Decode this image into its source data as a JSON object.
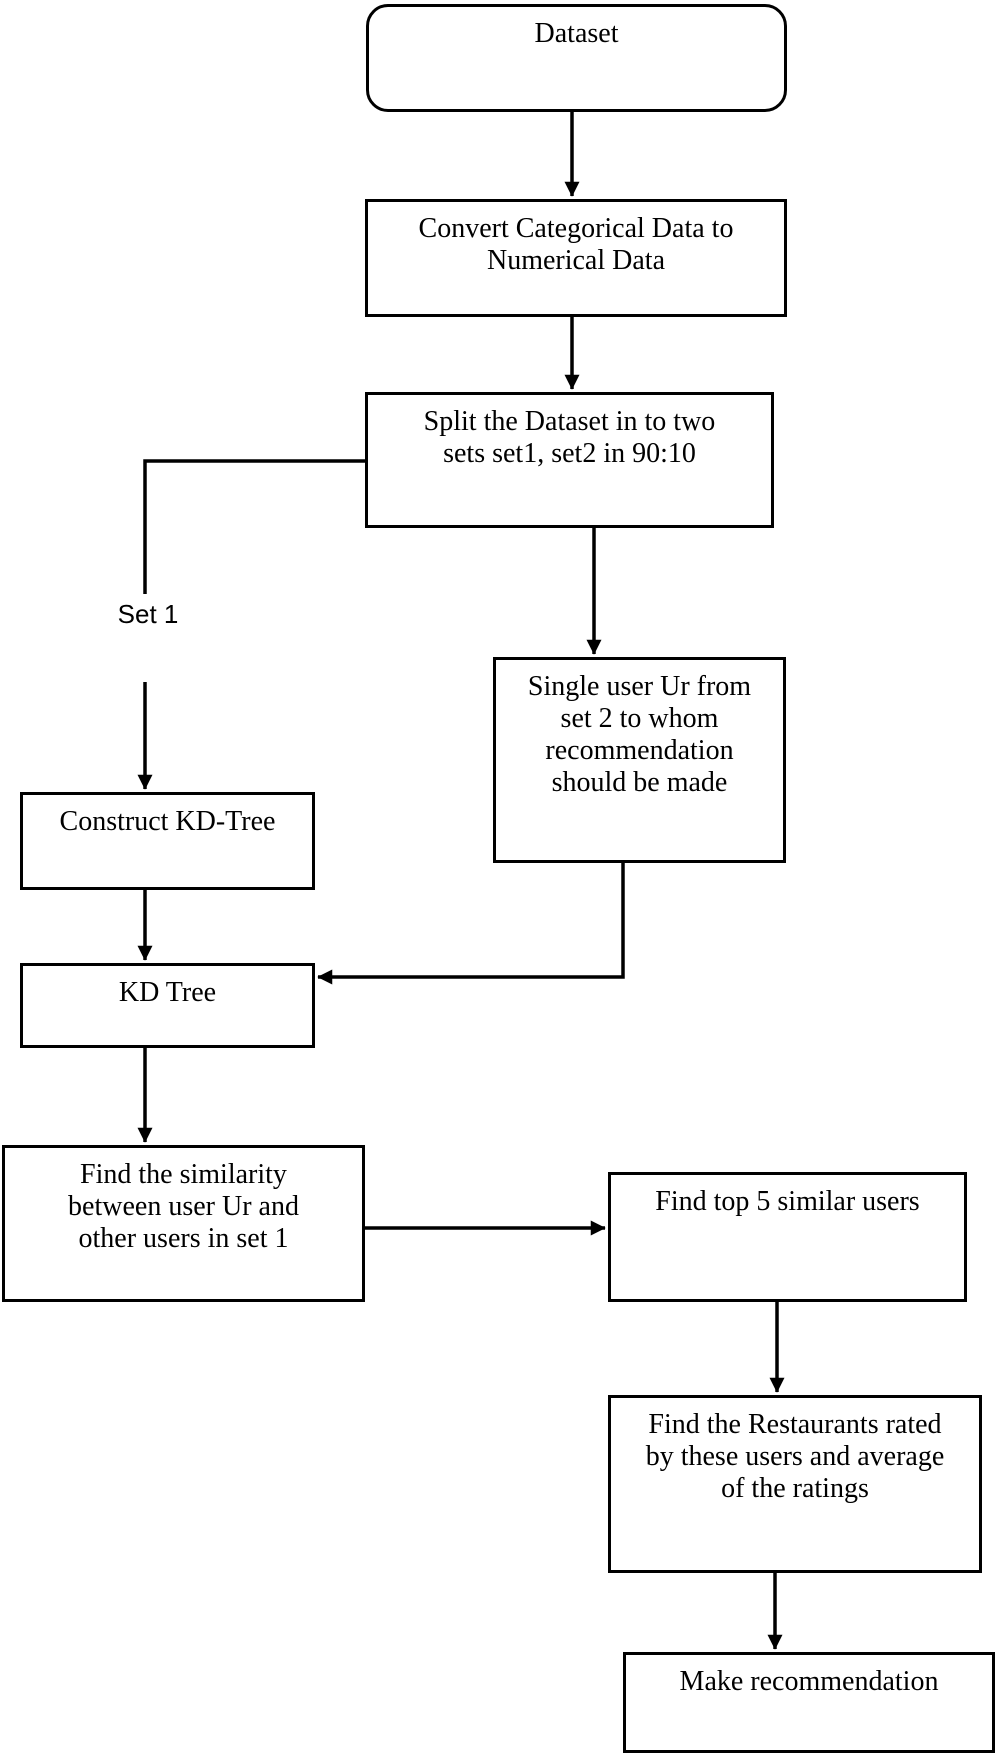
{
  "diagram": {
    "type": "flowchart",
    "background_color": "#ffffff",
    "line_color": "#000000",
    "box_fill_color": "#ffffff",
    "nodes": {
      "dataset": {
        "type": "terminator",
        "label": [
          "Dataset"
        ]
      },
      "convert": {
        "type": "process",
        "label": [
          "Convert Categorical Data to",
          "Numerical Data"
        ]
      },
      "split": {
        "type": "process",
        "label": [
          "Split the Dataset in to two",
          "sets set1, set2 in 90:10"
        ]
      },
      "single_user": {
        "type": "process",
        "label": [
          "Single user Ur from",
          "set 2 to whom",
          "recommendation",
          "should be made"
        ]
      },
      "construct_kd_tree": {
        "type": "process",
        "label": [
          "Construct KD-Tree"
        ]
      },
      "kd_tree": {
        "type": "process",
        "label": [
          "KD Tree"
        ]
      },
      "find_similarity": {
        "type": "process",
        "label": [
          "Find the similarity",
          "between user Ur and",
          "other users in set 1"
        ]
      },
      "find_top5": {
        "type": "process",
        "label": [
          "Find top 5 similar users"
        ]
      },
      "find_restaurants": {
        "type": "process",
        "label": [
          "Find the Restaurants rated",
          "by these users and average",
          "of the ratings"
        ]
      },
      "make_recommendation": {
        "type": "process",
        "label": [
          "Make recommendation"
        ]
      }
    },
    "edges": [
      {
        "from": "dataset",
        "to": "convert",
        "label": ""
      },
      {
        "from": "convert",
        "to": "split",
        "label": ""
      },
      {
        "from": "split",
        "to": "construct_kd_tree",
        "label": "Set 1"
      },
      {
        "from": "split",
        "to": "single_user",
        "label": ""
      },
      {
        "from": "construct_kd_tree",
        "to": "kd_tree",
        "label": ""
      },
      {
        "from": "single_user",
        "to": "kd_tree",
        "label": ""
      },
      {
        "from": "kd_tree",
        "to": "find_similarity",
        "label": ""
      },
      {
        "from": "find_similarity",
        "to": "find_top5",
        "label": ""
      },
      {
        "from": "find_top5",
        "to": "find_restaurants",
        "label": ""
      },
      {
        "from": "find_restaurants",
        "to": "make_recommendation",
        "label": ""
      }
    ]
  }
}
